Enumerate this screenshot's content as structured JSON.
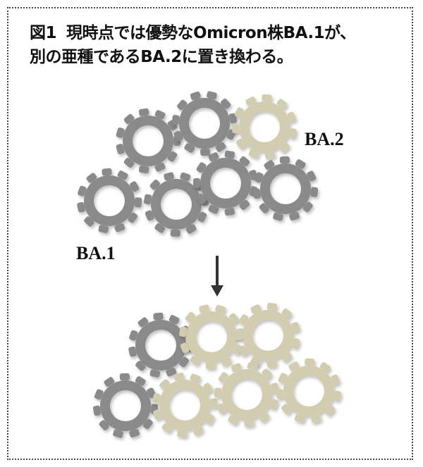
{
  "figure": {
    "number": "図1",
    "line1": "現時点では優勢なOmicron株BA.1が、",
    "line2": "別の亜種であるBA.2に置き換わる。"
  },
  "labels": {
    "ba2": "BA.2",
    "ba1": "BA.1"
  },
  "colors": {
    "ba1_variant": "#8a8a8a",
    "ba2_variant": "#d2ccb0",
    "arrow": "#333333"
  },
  "clusters": {
    "before": [
      "BA.1",
      "BA.1",
      "BA.2",
      "BA.1",
      "BA.1",
      "BA.1",
      "BA.1"
    ],
    "after": [
      "BA.1",
      "BA.2",
      "BA.2",
      "BA.1",
      "BA.2",
      "BA.2",
      "BA.2"
    ]
  }
}
